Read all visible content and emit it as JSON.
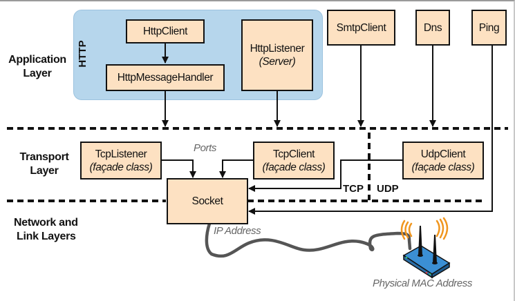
{
  "layers": {
    "application": "Application\nLayer",
    "application_line1": "Application",
    "application_line2": "Layer",
    "transport_line1": "Transport",
    "transport_line2": "Layer",
    "network_line1": "Network and",
    "network_line2": "Link Layers"
  },
  "http_group": {
    "label": "HTTP"
  },
  "boxes": {
    "http_client": {
      "label": "HttpClient"
    },
    "http_message_handler": {
      "label": "HttpMessageHandler"
    },
    "http_listener": {
      "label": "HttpListener",
      "sub": "(Server)"
    },
    "smtp_client": {
      "label": "SmtpClient"
    },
    "dns": {
      "label": "Dns"
    },
    "ping": {
      "label": "Ping"
    },
    "tcp_listener": {
      "label": "TcpListener",
      "sub": "(façade class)"
    },
    "tcp_client": {
      "label": "TcpClient",
      "sub": "(façade class)"
    },
    "udp_client": {
      "label": "UdpClient",
      "sub": "(façade class)"
    },
    "socket": {
      "label": "Socket"
    }
  },
  "annotations": {
    "ports": "Ports",
    "ip_address": "IP Address",
    "mac_address": "Physical MAC Address",
    "tcp": "TCP",
    "udp": "UDP"
  },
  "colors": {
    "box_fill": "#fde1c2",
    "http_group_fill": "#b6d6ec",
    "router_blue": "#3b8fd4",
    "wifi_orange": "#f0961e",
    "cable": "#555555"
  }
}
